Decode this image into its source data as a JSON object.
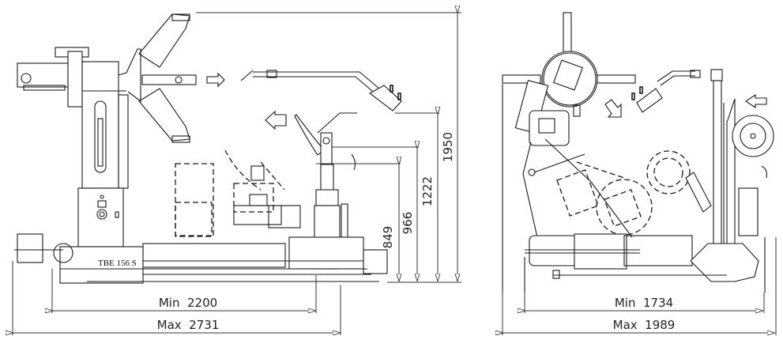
{
  "title": "TBE 156 S overall dimensions drawing",
  "side_view": {
    "machine_label": "TBE 156 S",
    "width_dimensions": [
      {
        "label": "Min  2200",
        "value_mm": 2200,
        "kind": "min"
      },
      {
        "label": "Max  2731",
        "value_mm": 2731,
        "kind": "max"
      }
    ],
    "height_dimensions": [
      {
        "label": "849",
        "value_mm": 849
      },
      {
        "label": "966",
        "value_mm": 966
      },
      {
        "label": "1222",
        "value_mm": 1222
      },
      {
        "label": "1950",
        "value_mm": 1950
      }
    ],
    "motion_arrows": [
      "arrow-right",
      "arrow-left"
    ]
  },
  "front_view": {
    "width_dimensions": [
      {
        "label": "Min  1734",
        "value_mm": 1734,
        "kind": "min"
      },
      {
        "label": "Max  1989",
        "value_mm": 1989,
        "kind": "max"
      }
    ],
    "motion_arrows": [
      "arrow-down-right",
      "arrow-left"
    ]
  }
}
